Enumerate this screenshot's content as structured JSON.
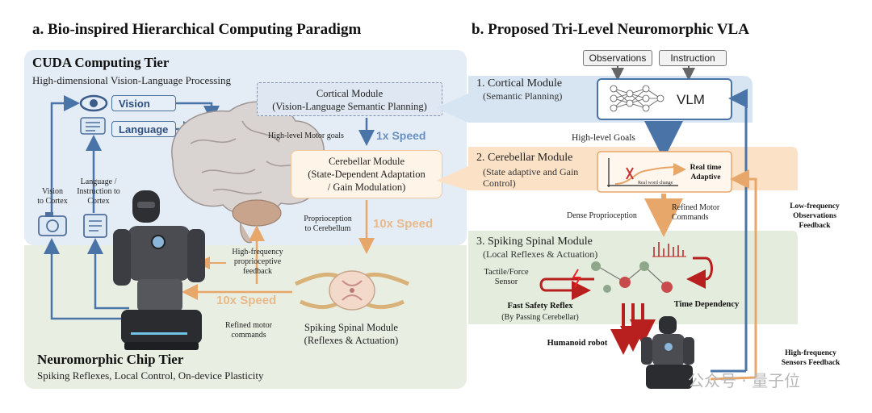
{
  "left": {
    "title": "a. Bio-inspired Hierarchical Computing Paradigm",
    "cuda_tier": {
      "title": "CUDA Computing Tier",
      "subtitle": "High-dimensional Vision-Language Processing"
    },
    "chip_tier": {
      "title": "Neuromorphic Chip Tier",
      "subtitle": "Spiking Reflexes, Local Control, On-device Plasticity"
    },
    "vision_label": "Vision",
    "language_label": "Language",
    "vision_to_cortex": "Vision\nto Cortex",
    "language_to_cortex": "Language /\nInstruction to\nCortex",
    "cortical_module": "Cortical Module\n(Vision-Language Semantic Planning)",
    "motor_goals": "High-level Motor goals",
    "speed_1x": "1x Speed",
    "cerebellar_module": "Cerebellar Module\n(State-Dependent Adaptation\n/ Gain Modulation)",
    "proprio_to_cerebellum": "Proprioception\nto Cerebellum",
    "speed_10x_top": "10x Speed",
    "hf_feedback": "High-frequency\nproprioceptive\nfeedback",
    "speed_10x_bottom": "10x Speed",
    "refined_motor": "Refined motor\ncommands",
    "spinal_module": "Spiking Spinal Module\n(Reflexes & Actuation)"
  },
  "right": {
    "title": "b. Proposed Tri-Level Neuromorphic VLA",
    "observations": "Observations",
    "instruction": "Instruction",
    "cortical_title": "1. Cortical Module",
    "cortical_sub": "(Semantic Planning)",
    "vlm": "VLM",
    "high_level_goals": "High-level Goals",
    "cerebellar_title": "2. Cerebellar Module",
    "cerebellar_sub": "(State adaptive and Gain\nControl)",
    "real_time_adaptive": "Real time\nAdaptive",
    "real_word_change": "Real word change",
    "dense_proprio": "Dense Proprioception",
    "refined_motor": "Refined Motor\nCommands",
    "spinal_title": "3. Spiking Spinal Module",
    "spinal_sub": "(Local Reflexes & Actuation)",
    "tactile": "Tactile/Force\nSensor",
    "fast_safety": "Fast Safety Reflex",
    "bypass": "(By Passing Cerebellar)",
    "time_dependency": "Time Dependency",
    "humanoid": "Humanoid robot",
    "low_freq": "Low-frequency\nObservations\nFeedback",
    "high_freq": "High-frequency\nSensors Feedback",
    "watermark": "公众号 · 量子位"
  },
  "colors": {
    "blue_arrow": "#4a74a8",
    "orange_arrow": "#e8a76a",
    "cuda_bg": "#e4edf6",
    "chip_bg": "#e8efe2",
    "cereb_bg": "#fbe6cf"
  }
}
